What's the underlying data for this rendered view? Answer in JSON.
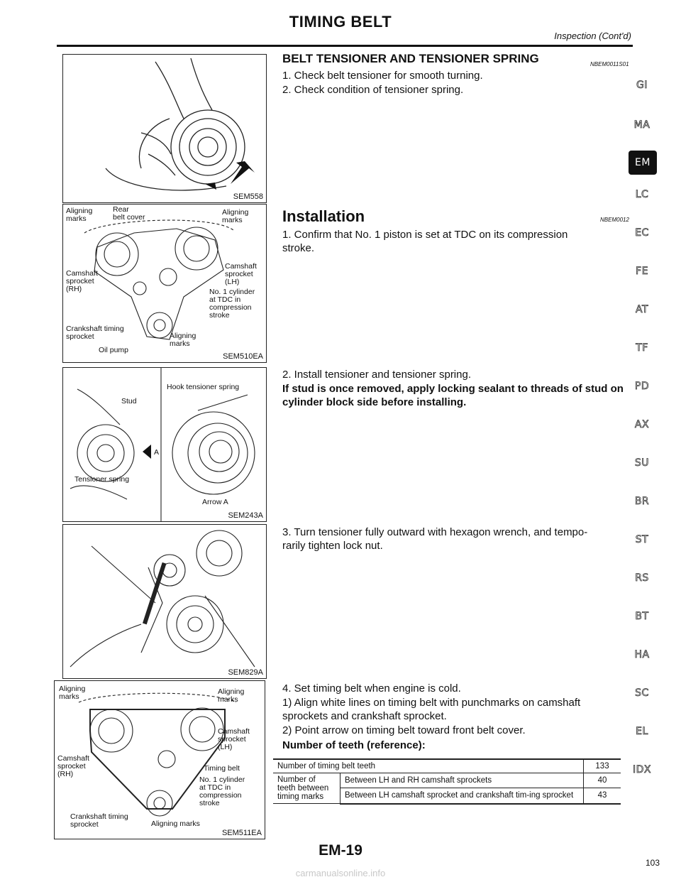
{
  "header": {
    "title": "TIMING BELT",
    "subtitle": "Inspection (Cont'd)"
  },
  "figures": [
    {
      "code": "SEM558",
      "labels": []
    },
    {
      "code": "SEM510EA",
      "labels": [
        "Aligning\nmarks",
        "Rear\nbelt cover",
        "Aligning\nmarks",
        "Camshaft\nsprocket\n(RH)",
        "Camshaft\nsprocket\n(LH)",
        "No. 1 cylinder\nat TDC in\ncompression\nstroke",
        "Crankshaft timing\nsprocket",
        "Oil pump",
        "Aligning\nmarks"
      ]
    },
    {
      "code": "SEM243A",
      "labels": [
        "Stud",
        "Hook tensioner spring",
        "A",
        "Tensioner spring",
        "Arrow A"
      ]
    },
    {
      "code": "SEM829A",
      "labels": []
    },
    {
      "code": "SEM511EA",
      "labels": [
        "Aligning\nmarks",
        "Aligning\nmarks",
        "Camshaft\nsprocket\n(LH)",
        "Camshaft\nsprocket\n(RH)",
        "Timing belt",
        "No. 1 cylinder\nat TDC in\ncompression\nstroke",
        "Crankshaft timing\nsprocket",
        "Aligning marks"
      ]
    }
  ],
  "section1": {
    "heading": "BELT TENSIONER AND TENSIONER SPRING",
    "ref": "NBEM0011S01",
    "steps": [
      "1.  Check belt tensioner for smooth turning.",
      "2.  Check condition of tensioner spring."
    ]
  },
  "section2": {
    "heading": "Installation",
    "ref": "NBEM0012",
    "step1": "1.  Confirm that No. 1 piston is set at TDC on its compression\n     stroke.",
    "step2": "2.  Install tensioner and tensioner spring.",
    "warning": "If stud is once removed, apply locking sealant to threads of stud on cylinder block side before installing.",
    "step3": "3.  Turn tensioner fully outward with hexagon wrench, and tempo-\n     rarily tighten lock nut.",
    "step4": "4.  Set timing belt when engine is cold.",
    "step4_1": "1)  Align white lines on timing belt with punchmarks on camshaft\n     sprockets and crankshaft sprocket.",
    "step4_2": "2)  Point arrow on timing belt toward front belt cover.",
    "teeth_title": "Number of teeth (reference):"
  },
  "teeth_table": {
    "row1": {
      "label": "Number of timing belt teeth",
      "value": "133"
    },
    "group_label": "Number of teeth between timing marks",
    "row2": {
      "label": "Between LH and RH camshaft sprockets",
      "value": "40"
    },
    "row3": {
      "label": "Between LH camshaft sprocket and crankshaft tim-ing sprocket",
      "value": "43"
    }
  },
  "side_tabs": [
    "GI",
    "MA",
    "EM",
    "LC",
    "EC",
    "FE",
    "AT",
    "TF",
    "PD",
    "AX",
    "SU",
    "BR",
    "ST",
    "RS",
    "BT",
    "HA",
    "SC",
    "EL",
    "IDX"
  ],
  "active_tab": "EM",
  "footer": {
    "page_label": "EM-19",
    "page_number": "103",
    "watermark": "carmanualsonline.info"
  }
}
